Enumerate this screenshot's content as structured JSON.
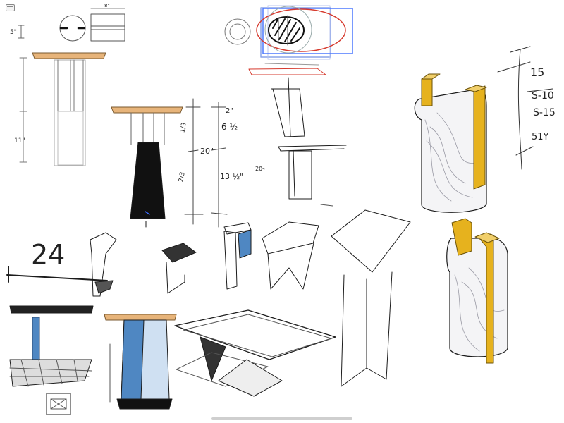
{
  "toolbar": {
    "sidebar_toggle_icon": "sidebar-toggle-icon"
  },
  "dimensions": {
    "top_width": "8\"",
    "top_height": "5\"",
    "plinth_height": "11\"",
    "dim_a": "2\"",
    "dim_b": "6 ½",
    "dim_c": "20\"",
    "dim_d": "13 ½\"",
    "dim_e": "20",
    "frac_top": "1/3",
    "frac_bottom": "2/3"
  },
  "sketch_24": {
    "label": "24"
  },
  "notes": {
    "line1": "15",
    "line2": "S-10",
    "line3": "S-15",
    "line4": "51Y"
  },
  "colors": {
    "wood": "#e7b47a",
    "gold": "#e6b21e",
    "blue_sketch": "#4d79ff",
    "red_sketch": "#d63a2e",
    "blue_paint": "#4f87c2",
    "ink": "#1c1c1c"
  }
}
